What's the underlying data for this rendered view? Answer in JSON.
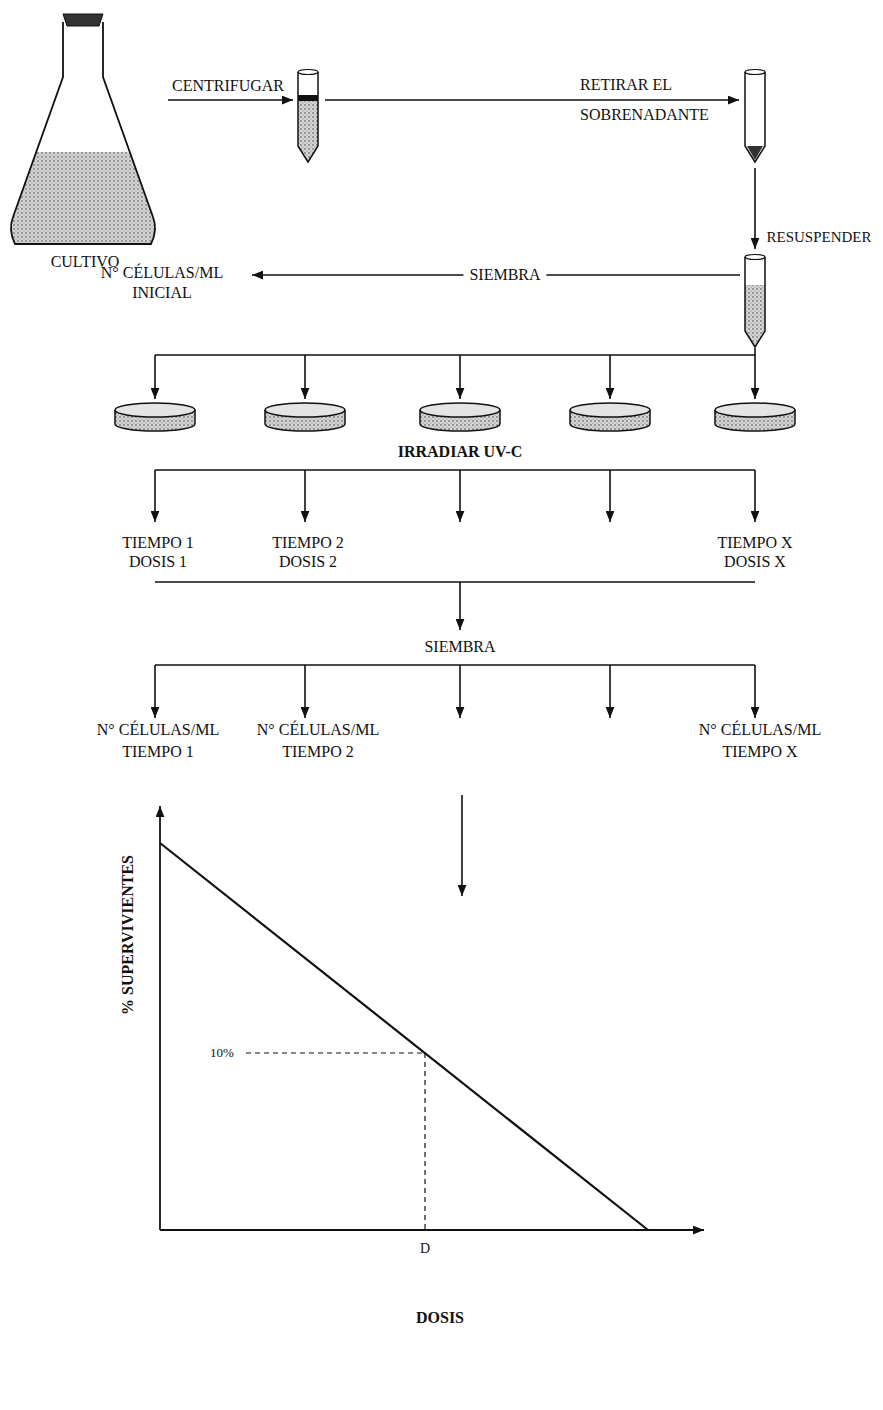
{
  "diagram": {
    "nodes": [
      {
        "text": [
          "CULTIVO"
        ]
      }
    ],
    "labels": [
      "CENTRIFUGAR",
      "RETIRAR EL SOBRENADANTE",
      "RESUSPENDER",
      "N° CÉLULAS/ML INICIAL",
      "SIEMBRA",
      "IRRADIAR UV-C",
      "TIEMPO 1 DOSIS 1",
      "TIEMPO 2 DOSIS 2",
      "TIEMPO X DOSIS X",
      "SIEMBRA",
      "N° CÉLULAS/ML TIEMPO 1",
      "N° CÉLULAS/ML TIEMPO 2",
      "N° CÉLULAS/ML TIEMPO X",
      "% SUPERVIVIENTES",
      "10%",
      "D",
      "DOSIS"
    ]
  }
}
